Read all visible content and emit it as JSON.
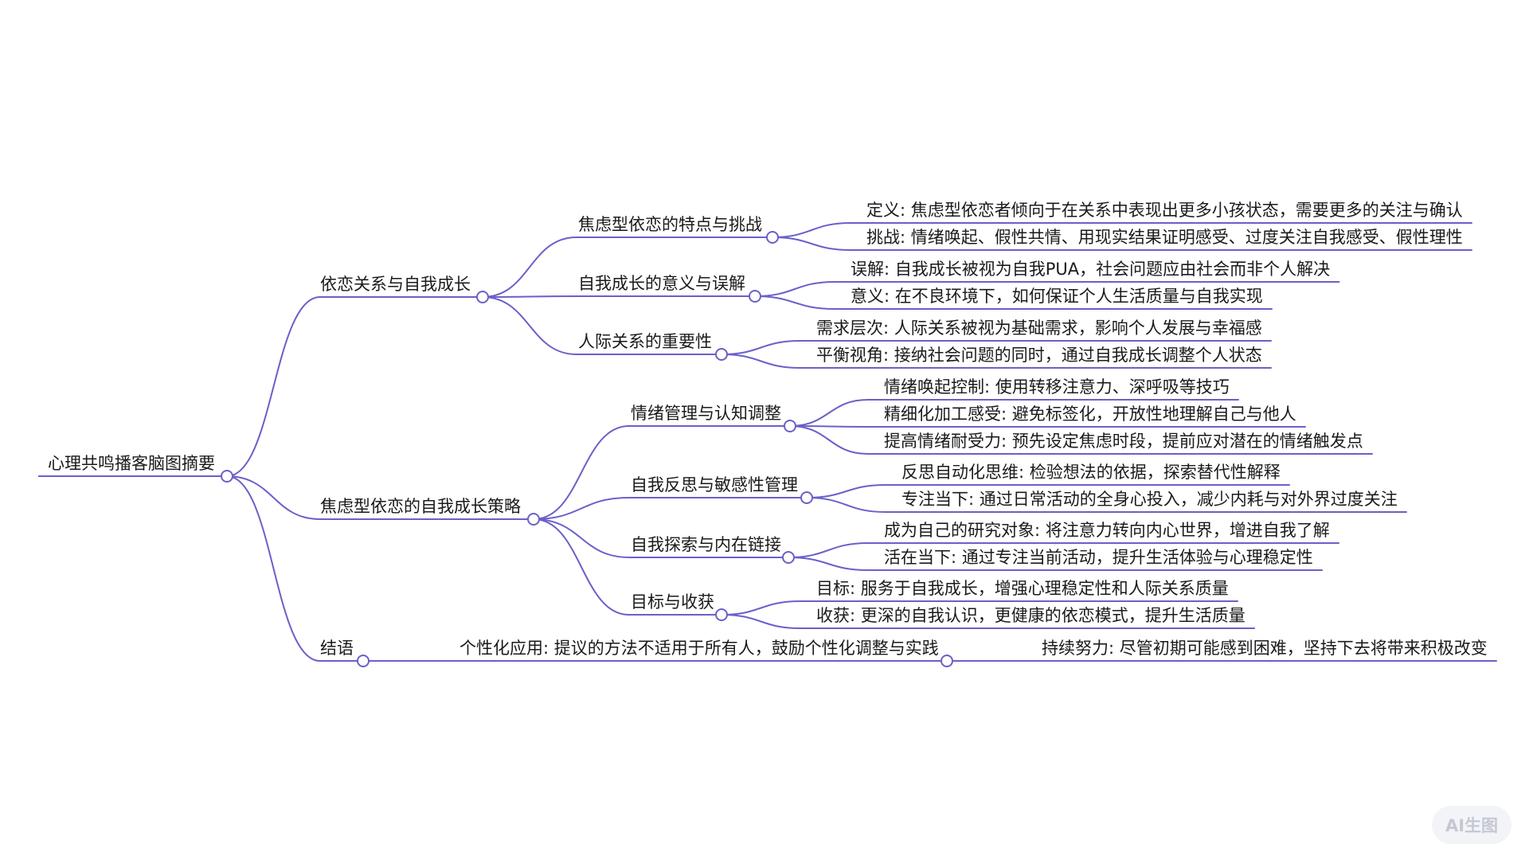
{
  "mindmap": {
    "root": {
      "label": "心理共鸣播客脑图摘要"
    },
    "branches": [
      {
        "label": "依恋关系与自我成长",
        "children": [
          {
            "label": "焦虑型依恋的特点与挑战",
            "leaves": [
              "定义: 焦虑型依恋者倾向于在关系中表现出更多小孩状态，需要更多的关注与确认",
              "挑战: 情绪唤起、假性共情、用现实结果证明感受、过度关注自我感受、假性理性"
            ]
          },
          {
            "label": "自我成长的意义与误解",
            "leaves": [
              "误解: 自我成长被视为自我PUA，社会问题应由社会而非个人解决",
              "意义: 在不良环境下，如何保证个人生活质量与自我实现"
            ]
          },
          {
            "label": "人际关系的重要性",
            "leaves": [
              "需求层次: 人际关系被视为基础需求，影响个人发展与幸福感",
              "平衡视角: 接纳社会问题的同时，通过自我成长调整个人状态"
            ]
          }
        ]
      },
      {
        "label": "焦虑型依恋的自我成长策略",
        "children": [
          {
            "label": "情绪管理与认知调整",
            "leaves": [
              "情绪唤起控制: 使用转移注意力、深呼吸等技巧",
              "精细化加工感受: 避免标签化，开放性地理解自己与他人",
              "提高情绪耐受力: 预先设定焦虑时段，提前应对潜在的情绪触发点"
            ]
          },
          {
            "label": "自我反思与敏感性管理",
            "leaves": [
              "反思自动化思维: 检验想法的依据，探索替代性解释",
              "专注当下: 通过日常活动的全身心投入，减少内耗与对外界过度关注"
            ]
          },
          {
            "label": "自我探索与内在链接",
            "leaves": [
              "成为自己的研究对象: 将注意力转向内心世界，增进自我了解",
              "活在当下: 通过专注当前活动，提升生活体验与心理稳定性"
            ]
          },
          {
            "label": "目标与收获",
            "leaves": [
              "目标: 服务于自我成长，增强心理稳定性和人际关系质量",
              "收获: 更深的自我认识，更健康的依恋模式，提升生活质量"
            ]
          }
        ]
      },
      {
        "label": "结语",
        "children": [
          {
            "label": "个性化应用: 提议的方法不适用于所有人，鼓励个性化调整与实践",
            "leaves": [
              "持续努力: 尽管初期可能感到困难，坚持下去将带来积极改变"
            ]
          }
        ]
      }
    ]
  },
  "watermark": "AI生图",
  "colors": {
    "edge": "#6a60c8",
    "text": "#1a1a1a"
  }
}
